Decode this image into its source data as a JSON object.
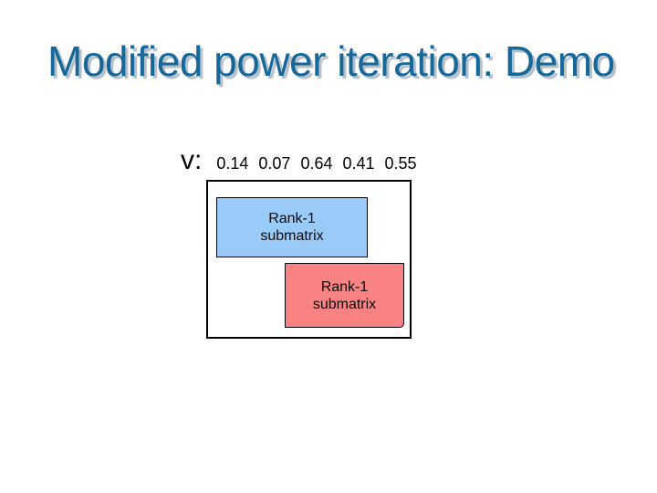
{
  "slide": {
    "title": "Modified power iteration: Demo",
    "vector": {
      "label": "v:",
      "values": [
        "0.14",
        "0.07",
        "0.64",
        "0.41",
        "0.55"
      ]
    },
    "matrix": {
      "blocks": [
        {
          "name": "blue-rank1-block",
          "line1": "Rank-1",
          "line2": "submatrix",
          "fill": "#9acaf7"
        },
        {
          "name": "red-rank1-block",
          "line1": "Rank-1",
          "line2": "submatrix",
          "fill": "#f98383"
        }
      ]
    },
    "colors": {
      "title_text": "#17689a",
      "title_shadow": "#b7bfc6",
      "outline_border": "#000000",
      "background": "#ffffff"
    }
  }
}
